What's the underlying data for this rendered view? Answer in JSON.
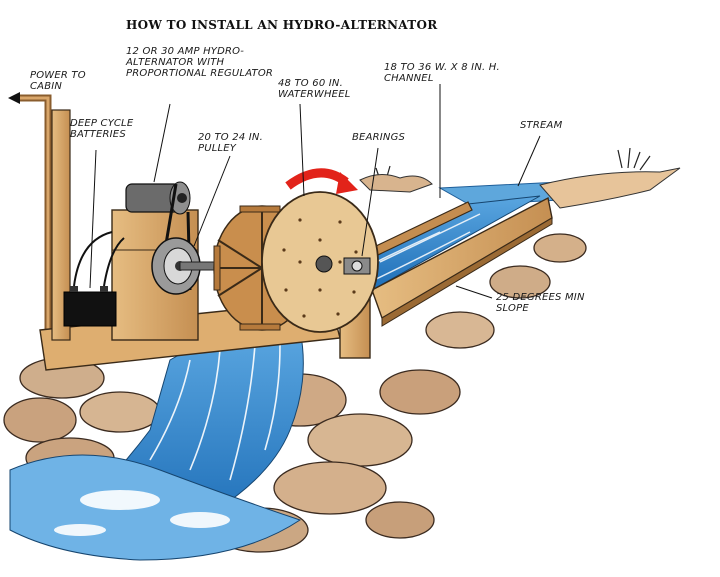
{
  "title": "HOW TO INSTALL AN HYDRO-ALTERNATOR",
  "labels": {
    "power": "POWER TO CABIN",
    "batteries": "DEEP CYCLE BATTERIES",
    "alternator": "12 OR 30 AMP HYDRO-ALTERNATOR WITH PROPORTIONAL REGULATOR",
    "pulley": "20 TO 24 IN. PULLEY",
    "waterwheel": "48 TO 60 IN. WATERWHEEL",
    "bearings": "BEARINGS",
    "channel": "18 TO 36 W. x 8 IN. H. CHANNEL",
    "stream": "STREAM",
    "slope": "25 DEGREES MIN SLOPE"
  },
  "colors": {
    "water": "#3d8fd1",
    "wood": "#d9a86a",
    "rock": "#c9a88a",
    "arrow": "#e2231a",
    "ink": "#1a1a1a"
  }
}
